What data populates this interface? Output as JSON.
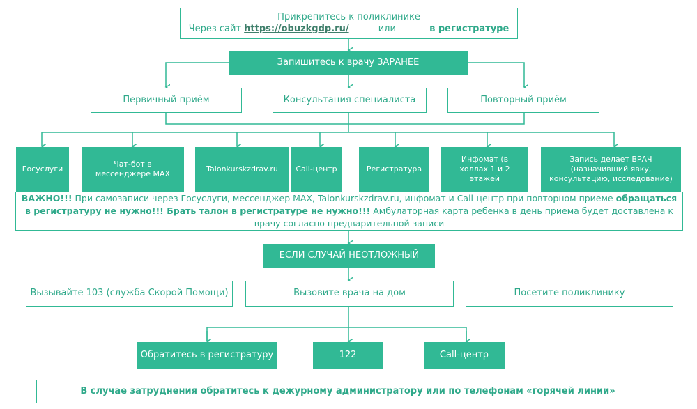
{
  "colors": {
    "accent": "#31b995",
    "text": "#2fa98a",
    "link": "#3f7f6b"
  },
  "top": {
    "line1": "Прикрепитесь к поликлинике",
    "via": "Через сайт",
    "link": "https://obuzkgdp.ru/",
    "or": "или",
    "registry": "в регистратуре"
  },
  "book": "Запишитесь к врачу ЗАРАНЕЕ",
  "visit_types": [
    "Первичный приём",
    "Консультация специалиста",
    "Повторный приём"
  ],
  "channels": [
    "Госуслуги",
    "Чат-бот в мессенджере MAX",
    "Talonkurskzdrav.ru",
    "Call-центр",
    "Регистратура",
    "Инфомат (в холлах 1 и 2 этажей",
    "Запись делает ВРАЧ (назначивший явку, консультацию, исследование)"
  ],
  "important": {
    "label": "ВАЖНО!!!",
    "t1": "При самозаписи через Госуслуги, мессенджер MAX, Talonkurskzdrav.ru, инфомат и Call-центр при повторном приеме",
    "b1": "обращаться в регистратуру не нужно!!! Брать талон в регистратуре не нужно!!!",
    "t2": "Амбулаторная карта ребенка в день приема будет доставлена к врачу согласно предварительной записи"
  },
  "urgent": "ЕСЛИ СЛУЧАЙ НЕОТЛОЖНЫЙ",
  "urgent_options": [
    "Вызывайте 103 (служба Скорой Помощи)",
    "Вызовите врача на дом",
    "Посетите поликлинику"
  ],
  "home_call": [
    "Обратитесь в регистратуру",
    "122",
    "Call-центр"
  ],
  "footer": "В случае затруднения обратитесь к дежурному администратору или по телефонам «горячей линии»"
}
